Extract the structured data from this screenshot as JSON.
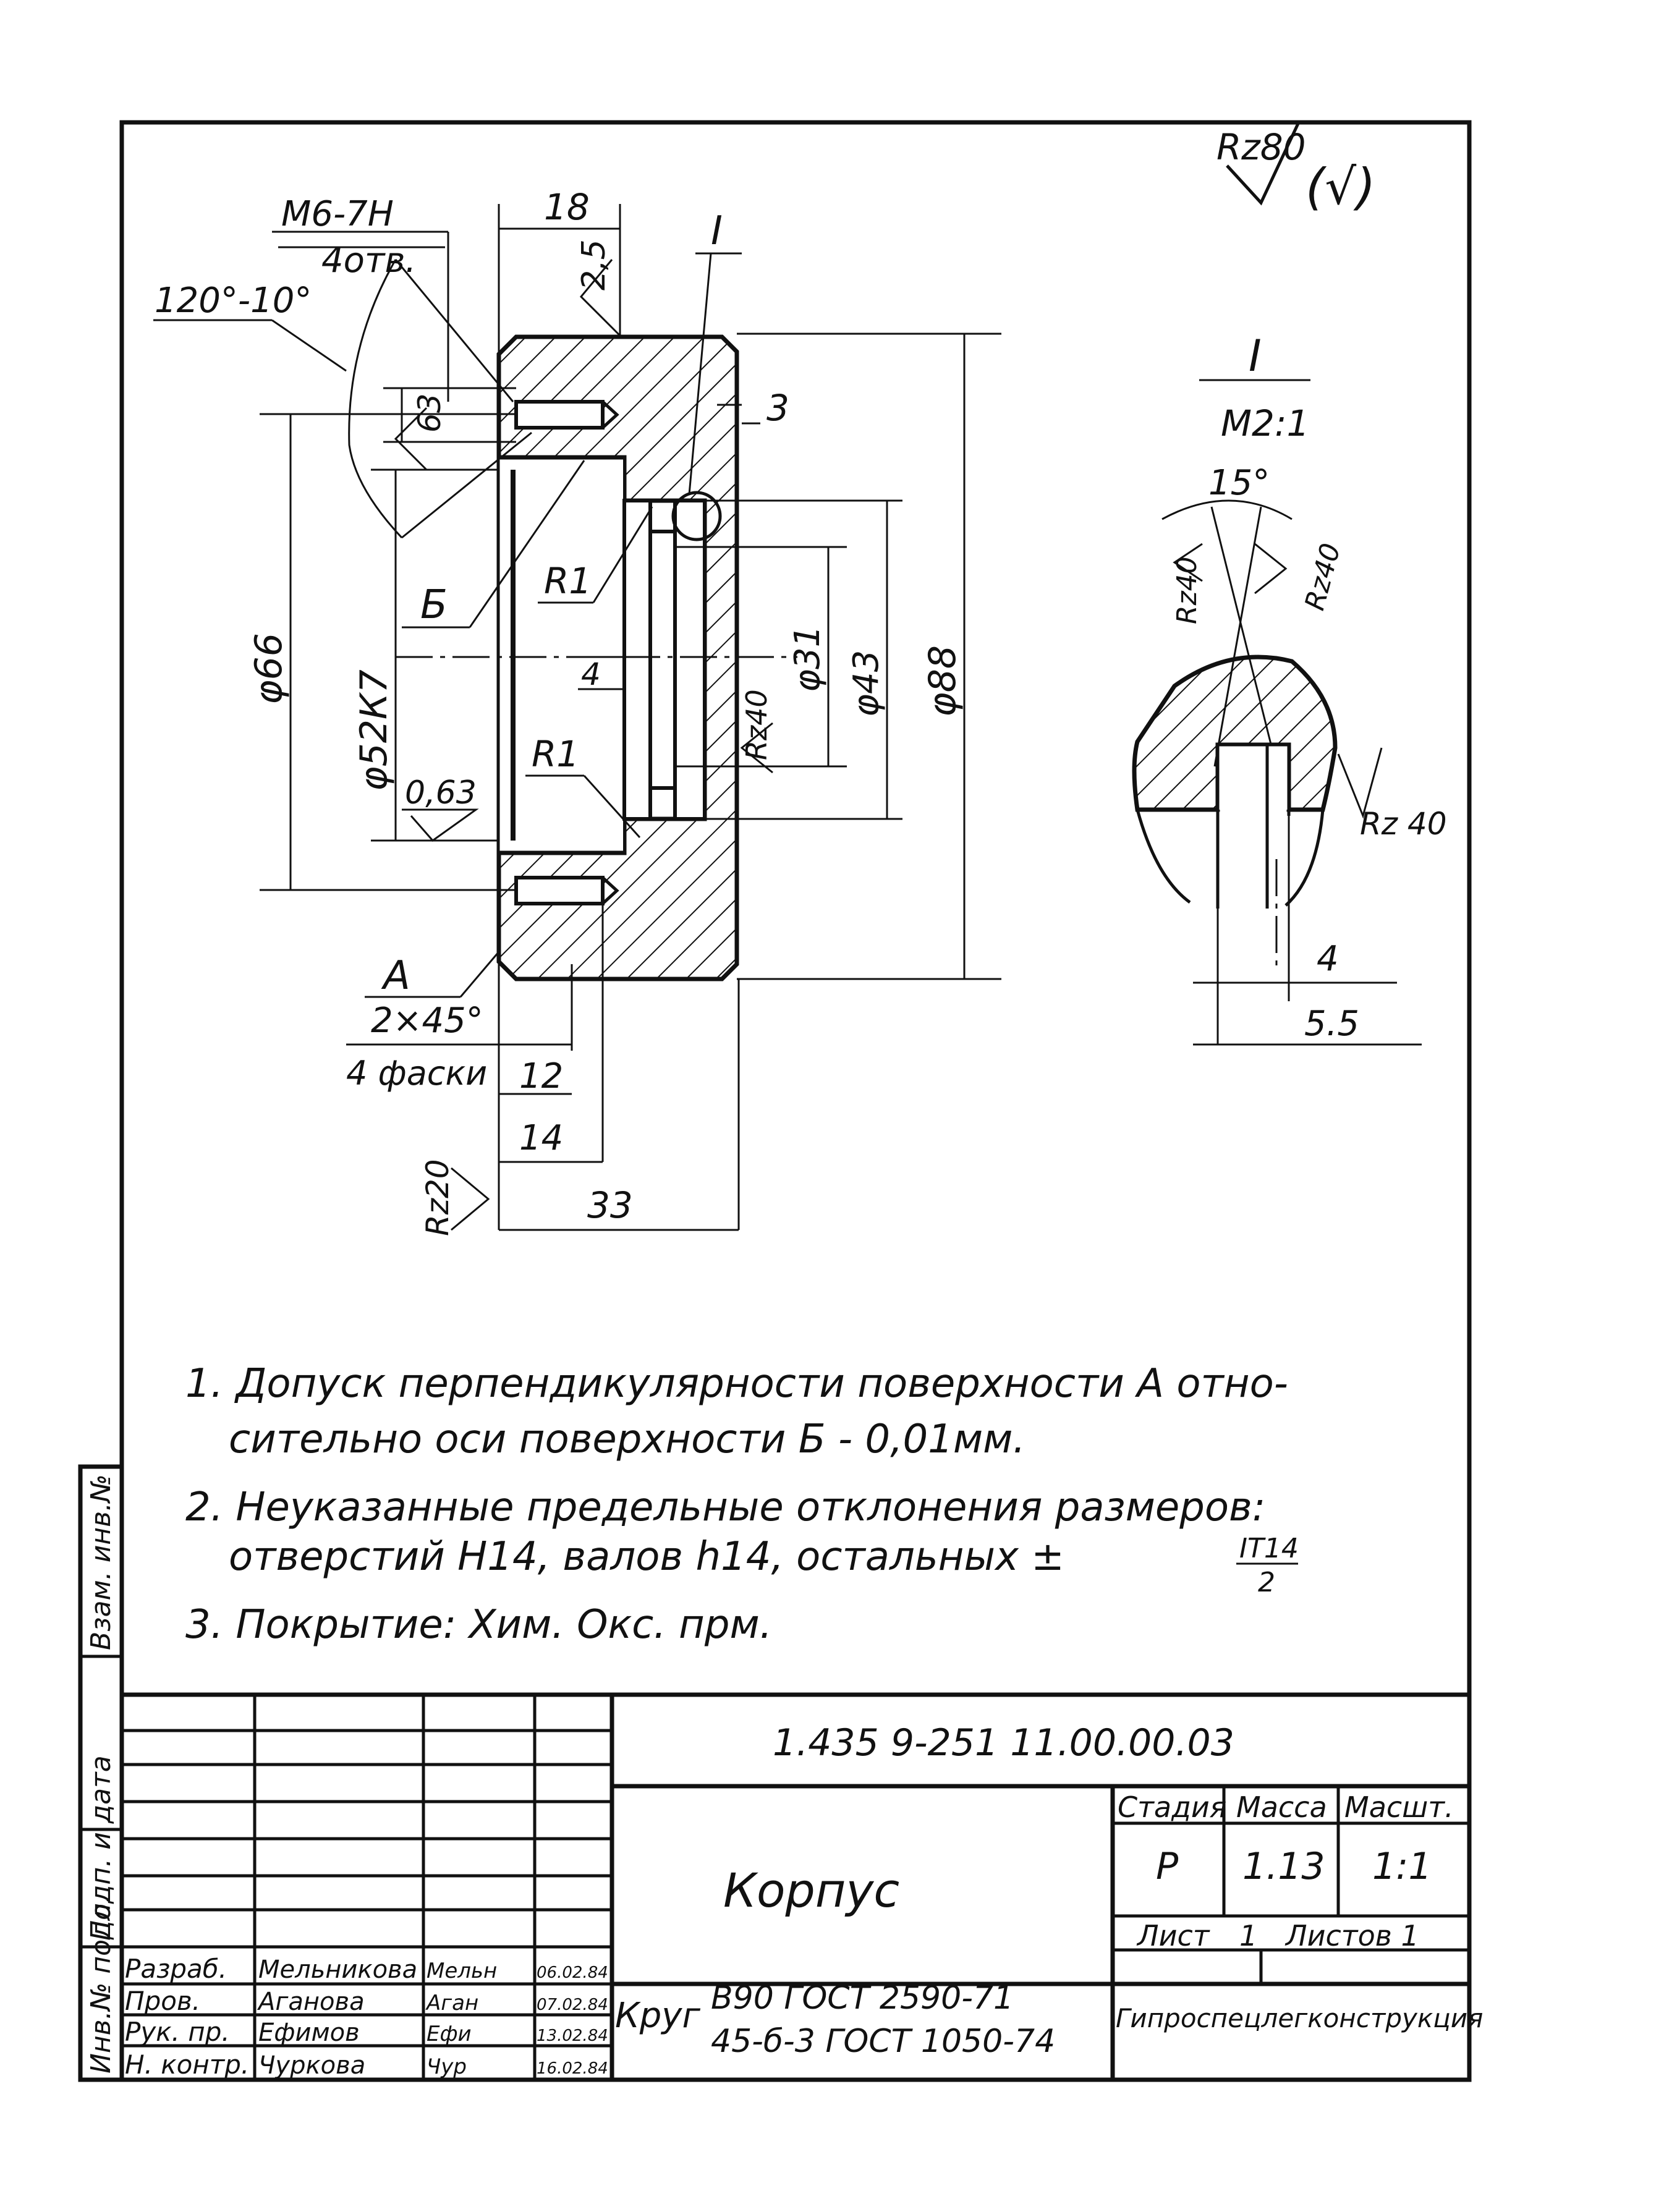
{
  "roughness": {
    "general": "Rz80",
    "other": "(√)",
    "left_face": "Rz20",
    "groove": "Rz40",
    "bore": "0,63",
    "chamfer_b": "63",
    "outer_face": "2,5",
    "detail_left": "Rz40",
    "detail_right": "Rz40",
    "detail_bottom": "Rz 40"
  },
  "labels": {
    "thread": "M6-7H",
    "thread_count": "4отв.",
    "cone_angle": "120°-10°",
    "section_mark": "I",
    "surface_b": "Б",
    "surface_a": "А",
    "chamfer": "2×45°",
    "chamfer_count": "4 фаски",
    "radius_top": "R1",
    "radius_bottom": "R1"
  },
  "dimensions": {
    "top_width": "18",
    "groove_offset": "3",
    "groove_width": "4",
    "d66": "φ66",
    "d52": "φ52К7",
    "d31": "φ31",
    "d43": "φ43",
    "d88": "φ88",
    "w12": "12",
    "w14": "14",
    "w33": "33"
  },
  "detail": {
    "title": "I",
    "scale": "M2:1",
    "angle": "15°",
    "dim_4": "4",
    "dim_5_5": "5.5"
  },
  "notes": [
    "1. Допуск перпендикулярности поверхности А отно-",
    "сительно оси поверхности Б - 0,01мм.",
    "2. Неуказанные предельные отклонения размеров:",
    "отверстий H14, валов h14, остальных ±",
    "3. Покрытие: Хим. Окс. прм."
  ],
  "tolerance": {
    "num": "IT14",
    "den": "2"
  },
  "side_stamps": [
    "Инв.№ подл.",
    "Подп. и дата",
    "Взам. инв.№"
  ],
  "title_block": {
    "doc_number": "1.435 9-251 11.00.00.03",
    "name": "Корпус",
    "stage_header": "Стадия",
    "mass_header": "Масса",
    "scale_header": "Масшт.",
    "stage": "Р",
    "mass": "1.13",
    "scale": "1:1",
    "sheet": "Лист",
    "sheet_no": "1",
    "sheets": "Листов 1",
    "material_prefix": "Круг",
    "material_line1": "B90 ГОСТ 2590-71",
    "material_line2": "45-б-3 ГОСТ 1050-74",
    "organization": "Гипроспецлегконструкция",
    "roles": [
      {
        "role": "Разраб.",
        "name": "Мельникова",
        "sig": "Мельн",
        "date": "06.02.84"
      },
      {
        "role": "Пров.",
        "name": "Аганова",
        "sig": "Аган",
        "date": "07.02.84"
      },
      {
        "role": "Рук. пр.",
        "name": "Ефимов",
        "sig": "Ефи",
        "date": "13.02.84"
      },
      {
        "role": "Н. контр.",
        "name": "Чуркова",
        "sig": "Чур",
        "date": "16.02.84"
      }
    ]
  }
}
